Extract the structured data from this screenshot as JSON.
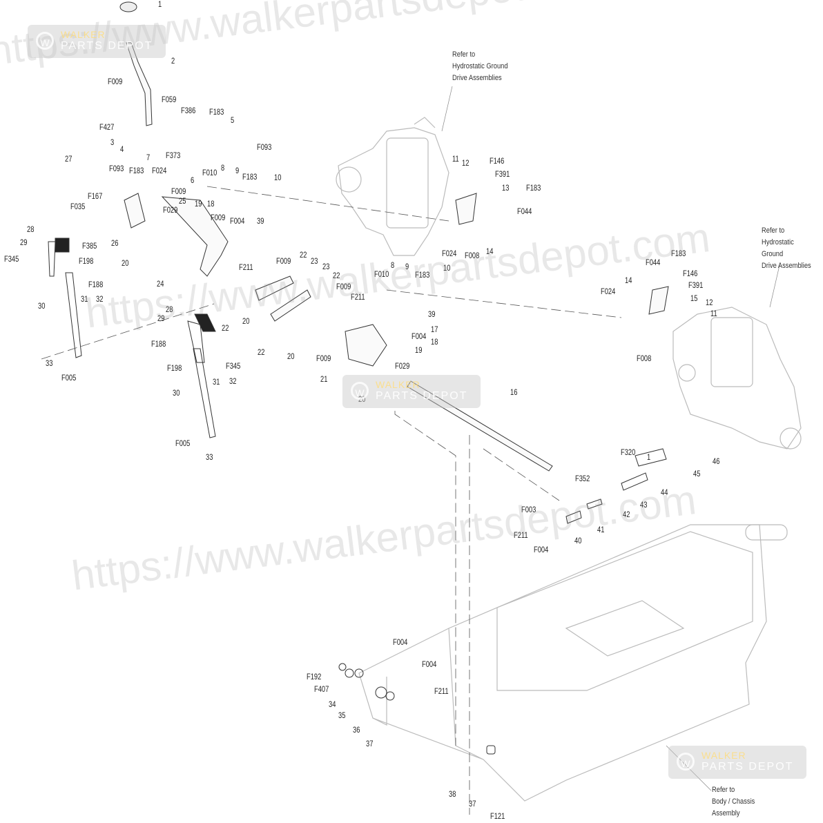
{
  "diagram": {
    "notes": {
      "hydro_top": [
        "Refer to",
        "Hydrostatic Ground",
        "Drive Assemblies"
      ],
      "hydro_right": [
        "Refer to",
        "Hydrostatic Ground",
        "Drive Assemblies"
      ],
      "chassis": [
        "Refer to",
        "Body / Chassis",
        "Assembly"
      ]
    },
    "labels": [
      "1",
      "2",
      "F009",
      "F427",
      "3",
      "4",
      "F059",
      "F386",
      "F183",
      "5",
      "F373",
      "F093",
      "27",
      "F093",
      "F183",
      "7",
      "F024",
      "6",
      "F010",
      "8",
      "9",
      "F183",
      "10",
      "F009",
      "25",
      "19",
      "18",
      "F029",
      "F009",
      "F004",
      "39",
      "F167",
      "F035",
      "F385",
      "26",
      "20",
      "28",
      "29",
      "F345",
      "F198",
      "F188",
      "30",
      "31",
      "32",
      "33",
      "F005",
      "24",
      "F211",
      "F009",
      "22",
      "23",
      "23",
      "22",
      "F009",
      "22",
      "20",
      "22",
      "20",
      "28",
      "29",
      "F188",
      "F198",
      "F345",
      "30",
      "31",
      "32",
      "F005",
      "33",
      "F211",
      "39",
      "17",
      "F004",
      "18",
      "19",
      "F029",
      "F009",
      "21",
      "20",
      "8",
      "F010",
      "9",
      "F183",
      "10",
      "16",
      "F320",
      "1",
      "46",
      "45",
      "44",
      "F352",
      "43",
      "42",
      "41",
      "F003",
      "F211",
      "40",
      "F004",
      "11",
      "12",
      "F146",
      "F391",
      "13",
      "F183",
      "F044",
      "F024",
      "F008",
      "14",
      "F044",
      "F183",
      "F146",
      "F391",
      "14",
      "15",
      "12",
      "11",
      "F024",
      "F008",
      "F004",
      "F004",
      "F192",
      "F407",
      "34",
      "35",
      "F211",
      "36",
      "37",
      "38",
      "37",
      "F121"
    ]
  },
  "watermark": {
    "url_text": "https://www.walkerpartsdepot.com",
    "logo_line1": "WALKER",
    "logo_line2": "PARTS DEPOT"
  }
}
